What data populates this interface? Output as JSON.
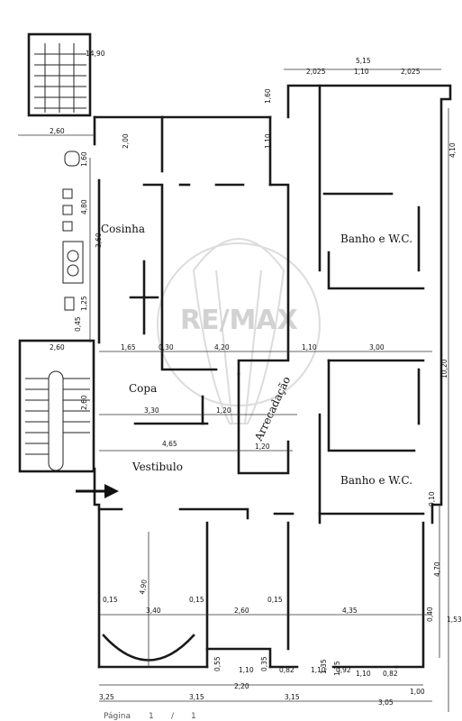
{
  "rooms": {
    "cozinha": "Cosinha",
    "copa": "Copa",
    "vestibulo": "Vestibulo",
    "arrecadacao": "Arrecadação",
    "banho_top": "Banho e W.C.",
    "banho_bottom": "Banho e W.C."
  },
  "watermark": "RE/MAX",
  "footer": {
    "page_label": "Página",
    "page_num": "1",
    "page_sep": "/",
    "page_total": "1"
  },
  "dimensions": {
    "d_14_90": "14,90",
    "d_5_15": "5,15",
    "d_2_025_a": "2,025",
    "d_1_10_top": "1,10",
    "d_2_025_b": "2,025",
    "d_1_60_top": "1,60",
    "d_2_60_top": "2,60",
    "d_2_00_v": "2,00",
    "d_1_10_v": "1,10",
    "d_4_10_right": "4,10",
    "d_1_60_v": "1,60",
    "d_4_80": "4,80",
    "d_3_60": "3,60",
    "d_1_25": "1,25",
    "d_0_45": "0,45",
    "d_2_60_mid": "2,60",
    "d_1_65": "1,65",
    "d_0_30": "0,30",
    "d_4_20": "4,20",
    "d_1_10_mid": "1,10",
    "d_3_00": "3,00",
    "d_10_20": "10,20",
    "d_3_30": "3,30",
    "d_1_20": "1,20",
    "d_1_20x": "1,20",
    "d_4_65": "4,65",
    "d_2_60_v": "2,60",
    "d_4_90": "4,90",
    "d_0_15_a": "0,15",
    "d_3_40": "3,40",
    "d_0_15_b": "0,15",
    "d_2_60_low": "2,60",
    "d_0_15_c": "0,15",
    "d_4_35": "4,35",
    "d_4_70": "4,70",
    "d_0_40": "0,40",
    "d_1_53": "1,53",
    "d_0_55": "0,55",
    "d_1_10_low": "1,10",
    "d_0_35": "0,35",
    "d_0_82_a": "0,82",
    "d_1_10_low2": "1,10",
    "d_0_92": "0,92",
    "d_1_35": "1,35",
    "d_1_25_low": "1,25",
    "d_1_10_low3": "1,10",
    "d_0_82_b": "0,82",
    "d_2_20": "2,20",
    "d_1_00": "1,00",
    "d_3_05": "3,05",
    "d_3_25": "3,25",
    "d_3_15": "3,15",
    "d_3_15b": "3,15",
    "d_0_10": "0,10"
  }
}
